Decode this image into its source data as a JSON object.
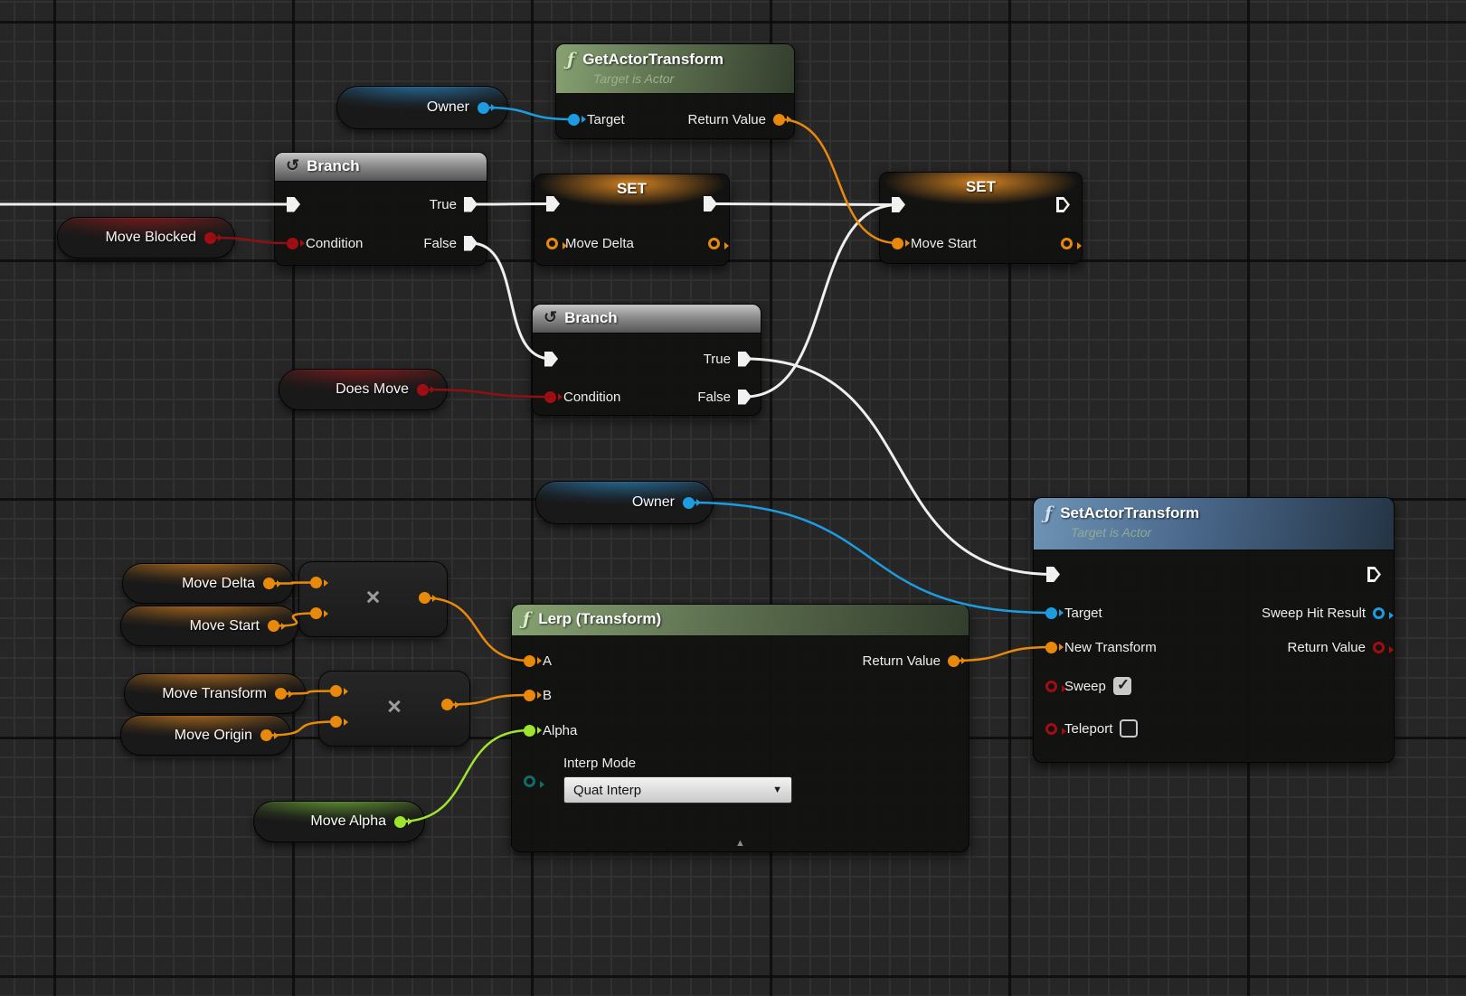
{
  "graph": {
    "get_actor_transform": {
      "icon": "ƒ",
      "title": "GetActorTransform",
      "subtitle": "Target is Actor",
      "target": "Target",
      "return_value": "Return Value"
    },
    "branch_1": {
      "icon": "↻",
      "title": "Branch",
      "condition": "Condition",
      "true_label": "True",
      "false_label": "False"
    },
    "branch_2": {
      "icon": "↻",
      "title": "Branch",
      "condition": "Condition",
      "true_label": "True",
      "false_label": "False"
    },
    "set_move_delta": {
      "title": "SET",
      "variable": "Move Delta"
    },
    "set_move_start": {
      "title": "SET",
      "variable": "Move Start"
    },
    "set_actor_transform": {
      "icon": "ƒ",
      "title": "SetActorTransform",
      "subtitle": "Target is Actor",
      "target": "Target",
      "new_transform": "New Transform",
      "sweep": "Sweep",
      "teleport": "Teleport",
      "sweep_hit_result": "Sweep Hit Result",
      "return_value": "Return Value",
      "sweep_checked": true,
      "teleport_checked": false
    },
    "lerp": {
      "icon": "ƒ",
      "title": "Lerp (Transform)",
      "a": "A",
      "b": "B",
      "alpha": "Alpha",
      "interp_mode_label": "Interp Mode",
      "interp_mode_value": "Quat Interp",
      "return_value": "Return Value",
      "dropdown_arrow": "▼",
      "collapse_arrow": "▲"
    },
    "multiply_1": {
      "symbol": "×"
    },
    "multiply_2": {
      "symbol": "×"
    },
    "pills": {
      "owner_1": "Owner",
      "move_blocked": "Move Blocked",
      "does_move": "Does Move",
      "owner_2": "Owner",
      "move_delta": "Move Delta",
      "move_start": "Move Start",
      "move_transform": "Move Transform",
      "move_origin": "Move Origin",
      "move_alpha": "Move Alpha"
    }
  },
  "colors": {
    "exec": "#efefef",
    "bool": "#8e1013",
    "object": "#1d9ce0",
    "transform": "#e8890c",
    "float": "#9fe42f",
    "enum": "#0e6e66"
  },
  "edges": [
    {
      "from": "graph-left",
      "to": "branch1.exec-in",
      "type": "exec"
    },
    {
      "from": "branch1.true",
      "to": "set-move-delta.exec-in",
      "type": "exec"
    },
    {
      "from": "set-move-delta.exec-out",
      "to": "set-move-start.exec-in",
      "type": "exec"
    },
    {
      "from": "branch1.false",
      "to": "branch2.exec-in",
      "type": "exec"
    },
    {
      "from": "branch2.true",
      "to": "set-actor-transform.exec-in",
      "type": "exec"
    },
    {
      "from": "branch2.false",
      "to": "set-move-start.exec-in",
      "type": "exec"
    },
    {
      "from": "move-blocked.out",
      "to": "branch1.condition",
      "type": "bool"
    },
    {
      "from": "does-move.out",
      "to": "branch2.condition",
      "type": "bool"
    },
    {
      "from": "owner-1.out",
      "to": "get-actor-transform.target",
      "type": "object"
    },
    {
      "from": "owner-2.out",
      "to": "set-actor-transform.target",
      "type": "object"
    },
    {
      "from": "get-actor-transform.return-value",
      "to": "set-move-start.value-in",
      "type": "transform"
    },
    {
      "from": "move-delta.out",
      "to": "multiply-1.a",
      "type": "transform"
    },
    {
      "from": "move-start.out",
      "to": "multiply-1.b",
      "type": "transform"
    },
    {
      "from": "multiply-1.out",
      "to": "lerp.a",
      "type": "transform"
    },
    {
      "from": "move-transform.out",
      "to": "multiply-2.a",
      "type": "transform"
    },
    {
      "from": "move-origin.out",
      "to": "multiply-2.b",
      "type": "transform"
    },
    {
      "from": "multiply-2.out",
      "to": "lerp.b",
      "type": "transform"
    },
    {
      "from": "lerp.return-value",
      "to": "set-actor-transform.new-transform",
      "type": "transform"
    },
    {
      "from": "move-alpha.out",
      "to": "lerp.alpha",
      "type": "float"
    }
  ]
}
